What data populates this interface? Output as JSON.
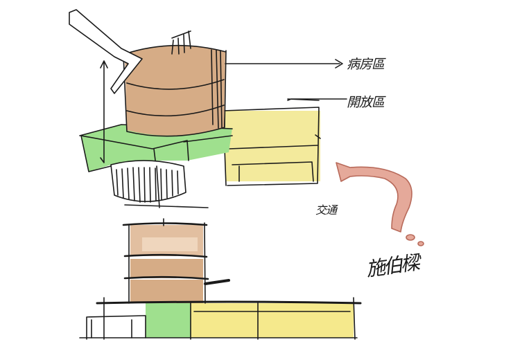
{
  "labels": {
    "ward_zone": "病房區",
    "open_zone": "開放區",
    "traffic": "交通",
    "signature": "施伯樑"
  },
  "colors": {
    "tower": "#d6ac86",
    "green": "#9fe08e",
    "yellow": "#f5e98c",
    "yellow_light": "#f3ea9c",
    "arrow": "#e5a99a",
    "ink": "#1a1a1a"
  }
}
